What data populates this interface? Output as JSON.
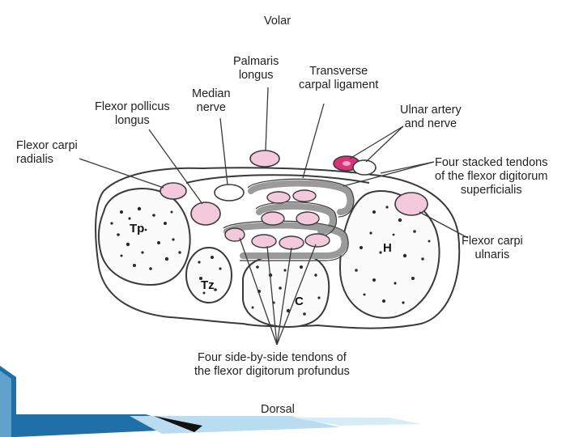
{
  "diagram": {
    "orientation": {
      "top": "Volar",
      "bottom": "Dorsal"
    },
    "labels": {
      "palmaris_longus": "Palmaris\nlongus",
      "transverse_carpal_ligament": "Transverse\ncarpal ligament",
      "median_nerve": "Median\nnerve",
      "flexor_pollicus_longus": "Flexor pollicus\nlongus",
      "ulnar_artery_nerve": "Ulnar artery\nand nerve",
      "flexor_carpi_radialis": "Flexor carpi\nradialis",
      "fds_tendons": "Four stacked tendons\nof the flexor digitorum\nsuperficialis",
      "flexor_carpi_ulnaris": "Flexor carpi\nulnaris",
      "fdp_tendons": "Four side-by-side tendons of\nthe flexor digitorum profundus"
    },
    "bones": {
      "tp": "Tp",
      "tz": "Tz",
      "c": "C",
      "h": "H"
    }
  },
  "colors": {
    "accent_blue": "#1f6fa8",
    "light_blue": "#8ec5e6",
    "tendon_pink": "#f5c9dc",
    "artery_magenta": "#d9347a",
    "outline": "#3a3a3a"
  }
}
